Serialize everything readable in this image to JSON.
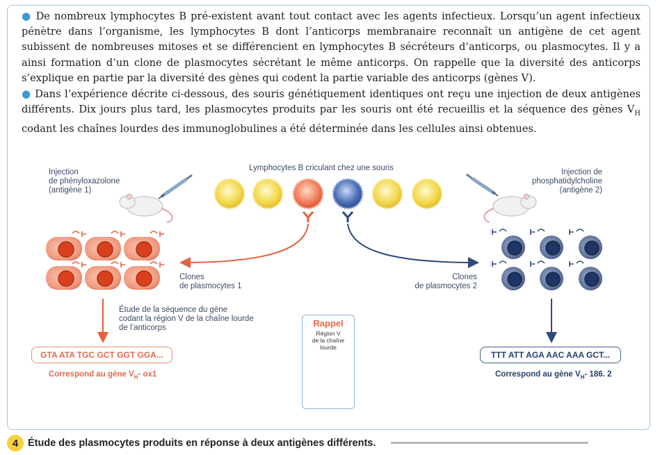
{
  "paragraphs": [
    "De nombreux lymphocytes B pré-existent avant tout contact avec les agents infectieux. Lorsqu’un agent infectieux pénètre dans l’organisme, les lymphocytes B dont l’anticorps membranaire reconnaît un antigène de cet agent subissent de nombreuses mitoses et se différencient en lymphocytes B sécréteurs d’anticorps, ou plasmocytes. Il y a ainsi formation d’un clone de plasmocytes sécrétant le même anticorps. On rappelle que la diversité des anticorps s’explique en partie par la diversité des gènes qui codent la partie variable des anticorps (gènes V).",
    "Dans l’expérience décrite ci-dessous, des souris génétiquement identiques ont reçu une injection de deux antigènes différents. Dix jours plus tard, les plasmocytes produits par les souris ont été recueillis et la séquence des gènes V"
  ],
  "paragraph2_sub": "H",
  "paragraph2_end": " codant les chaînes lourdes des immunoglobulines a été déterminée dans les cellules ainsi obtenues.",
  "diagram": {
    "injection_left": [
      "Injection",
      "de phényloxazolone",
      "(antigène 1)"
    ],
    "injection_right": [
      "Injection de",
      "phosphatidylcholine",
      "(antigène 2)"
    ],
    "lymphocytes_title": "Lymphocytes B criculant chez une souris",
    "clones_left": [
      "Clones",
      "de plasmocytes 1"
    ],
    "clones_right": [
      "Clones",
      "de plasmocytes 2"
    ],
    "study_text": [
      "Étude de la séquence du gène",
      "codant la région V de la chaîne lourde",
      "de l’anticorps"
    ],
    "seq_left": "GTA ATA TGC GCT GGT GGA...",
    "seq_right": "TTT ATT AGA AAC AAA GCT...",
    "corr_left_pre": "Correspond au gène V",
    "corr_left_sub": "H",
    "corr_left_post": "- ox1",
    "corr_right_pre": "Correspond au gène V",
    "corr_right_sub": "H",
    "corr_right_post": "- 186. 2",
    "rappel_title": "Rappel",
    "rappel_sub": [
      "Région V",
      "de la chaîne",
      "lourde"
    ]
  },
  "caption": {
    "number": "4",
    "text": "Étude des plasmocytes produits en réponse à deux antigènes différents."
  },
  "colors": {
    "accent_blue": "#3a9ad2",
    "orange": "#e5603d",
    "navy": "#2d4a7c",
    "yellow_cell": "#f2d84a",
    "badge_yellow": "#f6d13c"
  }
}
